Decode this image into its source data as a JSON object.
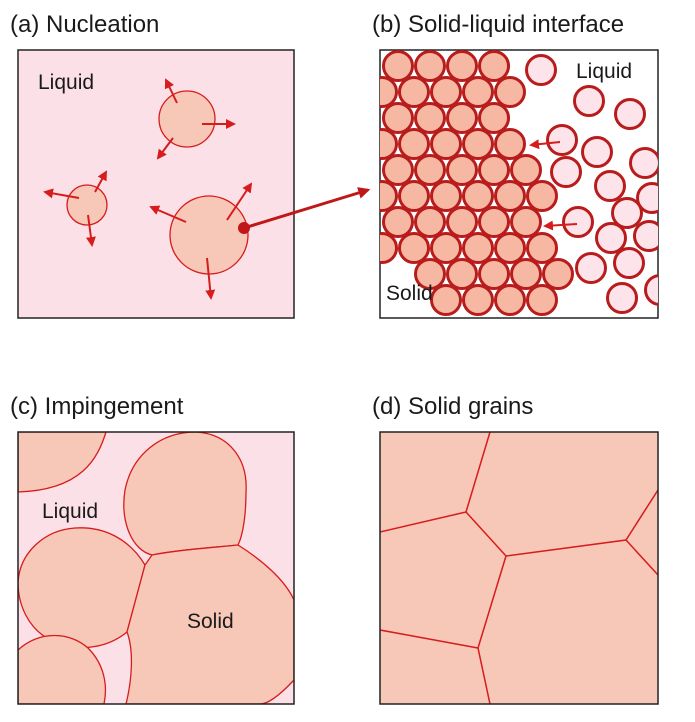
{
  "panels": [
    {
      "title": "(a) Nucleation",
      "labels": [
        "Liquid"
      ]
    },
    {
      "title": "(b) Solid-liquid interface",
      "labels": [
        "Liquid",
        "Solid"
      ]
    },
    {
      "title": "(c) Impingement",
      "labels": [
        "Liquid",
        "Solid"
      ]
    },
    {
      "title": "(d) Solid grains",
      "labels": []
    }
  ],
  "colors": {
    "liquid": "#fbe1e7",
    "solid": "#f7c7b7",
    "outline": "#b81c1c",
    "arrow": "#d61c1c",
    "frame": "#222222",
    "liquid_atom_fill": "#fde3ea",
    "solid_atom_fill": "#f6b8a3"
  }
}
